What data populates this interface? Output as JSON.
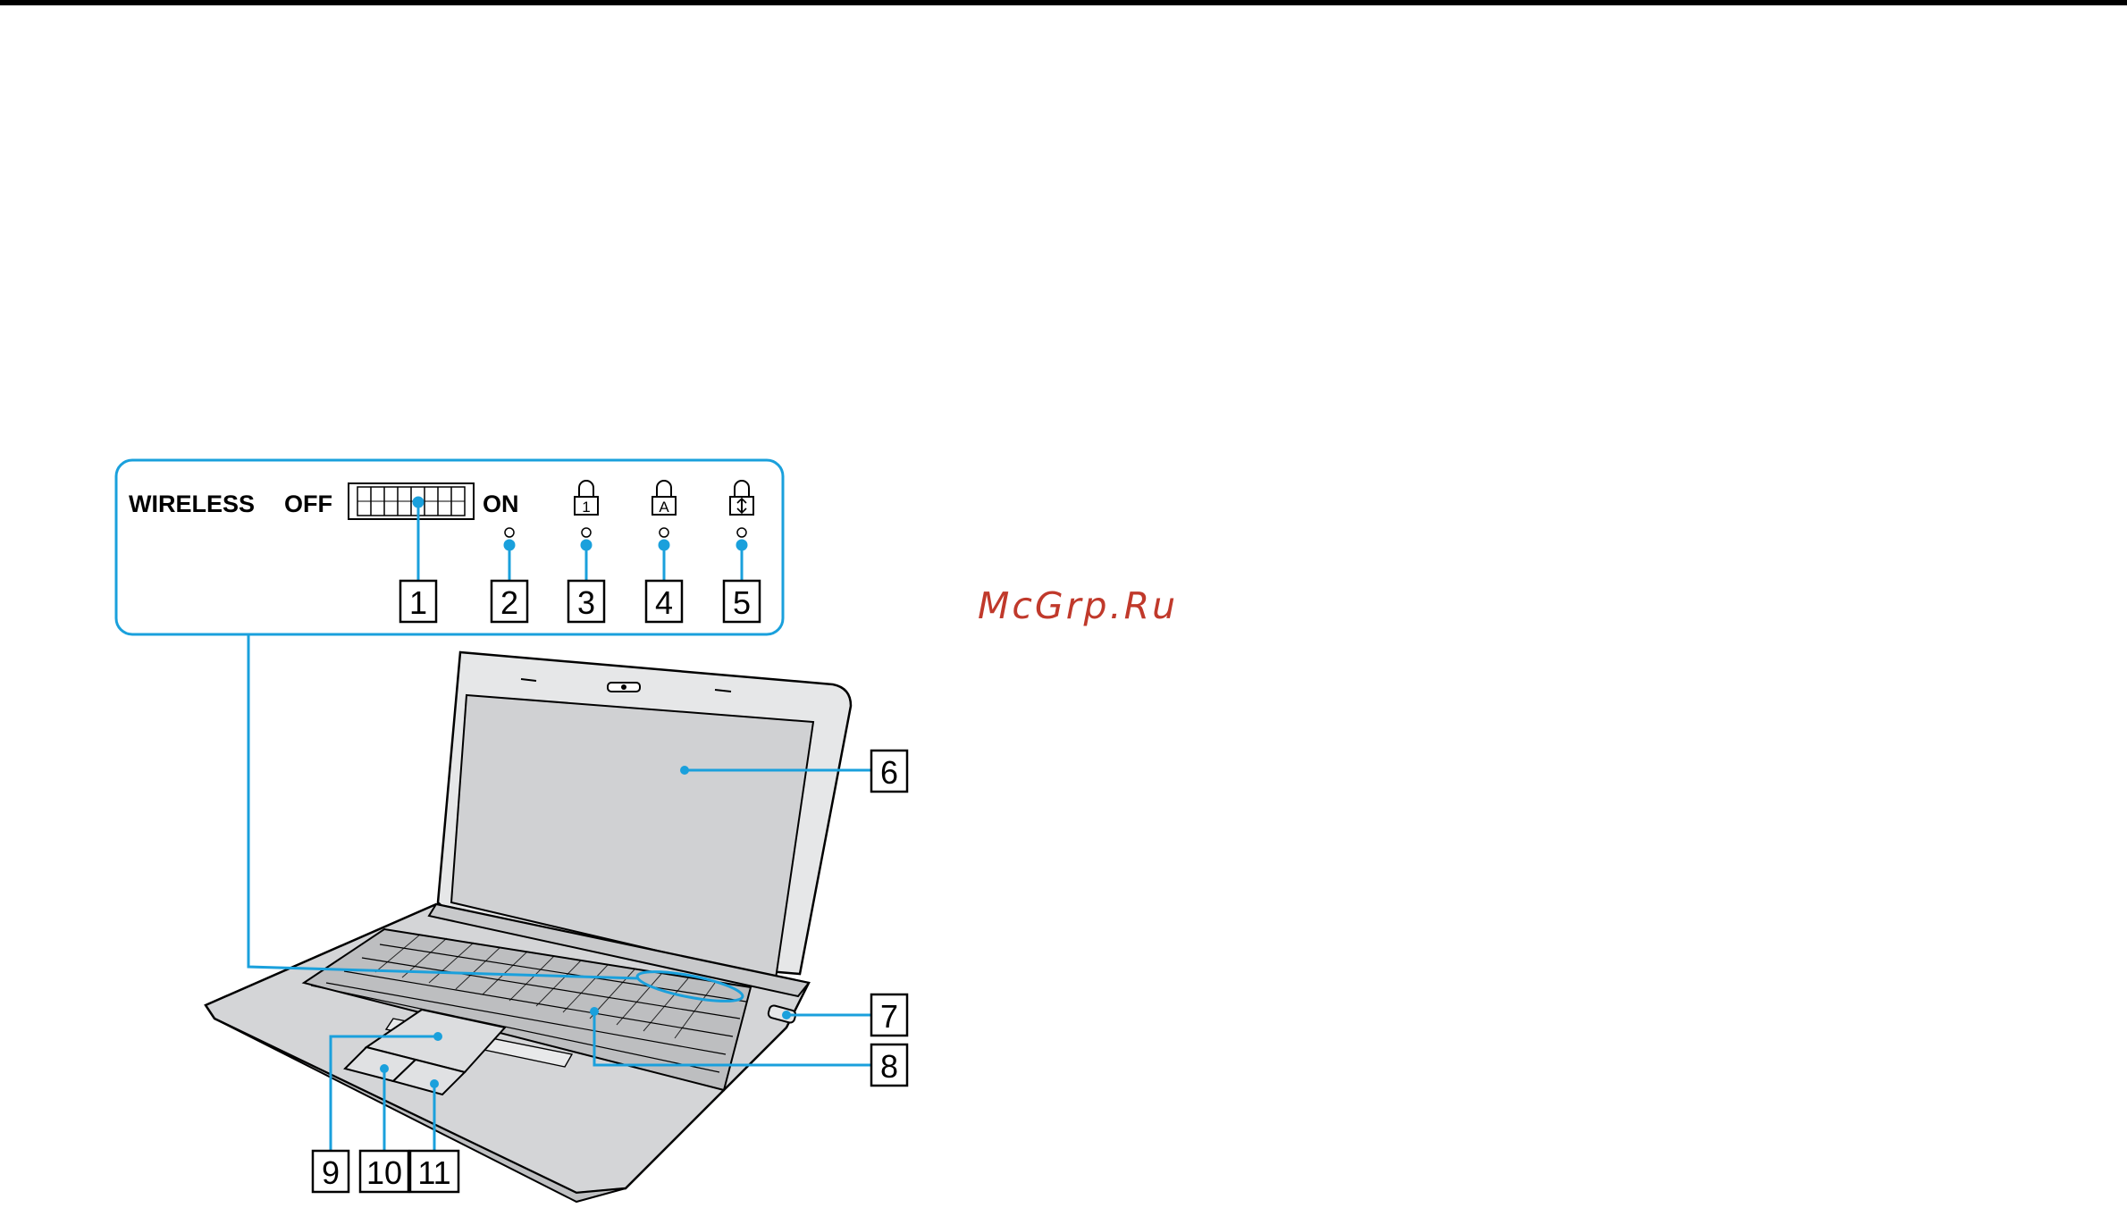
{
  "watermark": "McGrp.Ru",
  "switch_panel": {
    "wireless_label": "WIRELESS",
    "off_label": "OFF",
    "on_label": "ON"
  },
  "callouts": [
    "1",
    "2",
    "3",
    "4",
    "5",
    "6",
    "7",
    "8",
    "9",
    "10",
    "11"
  ],
  "icons": {
    "num_lock": "num-lock-icon",
    "caps_lock": "caps-lock-icon",
    "scroll_lock": "scroll-lock-icon"
  },
  "colors": {
    "leader": "#1aa0dc",
    "panel_border": "#1aa0dc",
    "laptop_body": "#d4d5d7",
    "screen": "#d0d1d3",
    "outline": "#000000"
  }
}
